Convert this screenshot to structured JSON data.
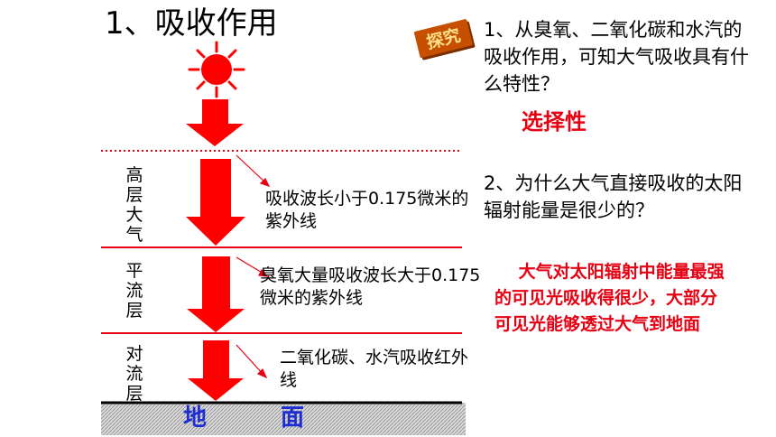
{
  "title": "1、吸收作用",
  "badge": {
    "text": "探究",
    "color": "#c65000"
  },
  "layers": {
    "high": "高层大气",
    "stratosphere": "平流层",
    "troposphere": "对流层"
  },
  "notes": {
    "uv": "吸收波长小于0.175微米的紫外线",
    "ozone": "臭氧大量吸收波长大于0.175微米的紫外线",
    "ir": "二氧化碳、水汽吸收红外线"
  },
  "ground": {
    "char1": "地",
    "char2": "面",
    "color": "#1e2dd2"
  },
  "questions": {
    "q1": "1、从臭氧、二氧化碳和水汽的吸收作用，可知大气吸收具有什么特性？",
    "a1": "选择性",
    "q2": "2、为什么大气直接吸收的太阳辐射能量是很少的？",
    "a2": "大气对太阳辐射中能量最强的可见光吸收得很少，大部分 可见光能够透过大气到地面"
  },
  "colors": {
    "accent": "#e60012",
    "sun": "#ff0000",
    "arrow": "#ff0000"
  }
}
